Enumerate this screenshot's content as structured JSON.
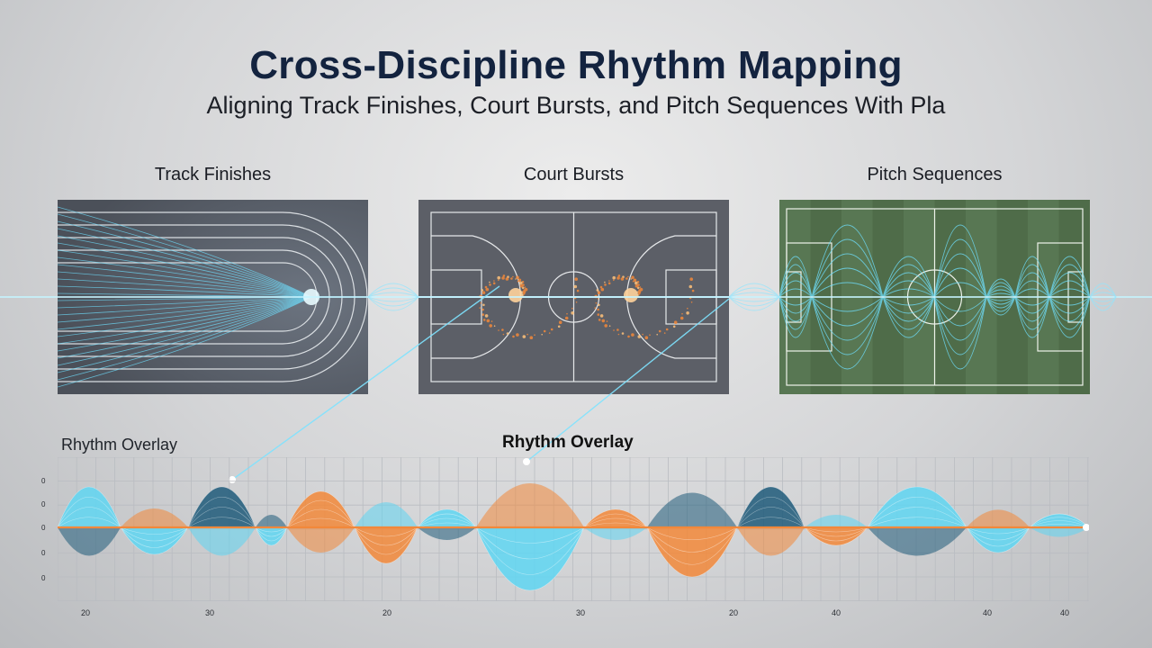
{
  "header": {
    "title": "Cross-Discipline Rhythm Mapping",
    "subtitle": "Aligning Track Finishes, Court Bursts, and Pitch Sequences With Pla"
  },
  "panels": {
    "track": {
      "label": "Track Finishes"
    },
    "court": {
      "label": "Court Bursts"
    },
    "pitch": {
      "label": "Pitch Sequences"
    }
  },
  "overlay": {
    "left_label": "Rhythm Overlay",
    "center_label": "Rhythm Overlay"
  },
  "x_ticks": [
    "20",
    "30",
    "20",
    "30",
    "20",
    "40",
    "40",
    "40"
  ],
  "y_ticks": [
    "0",
    "0",
    "0",
    "0",
    "0"
  ],
  "colors": {
    "cyan": "#5fd6f2",
    "orange": "#f2883a",
    "navy": "#1f5b7a",
    "track_panel": "#5a5f69",
    "court_panel": "#5b5e66",
    "pitch_panel": "#4d6a48"
  }
}
